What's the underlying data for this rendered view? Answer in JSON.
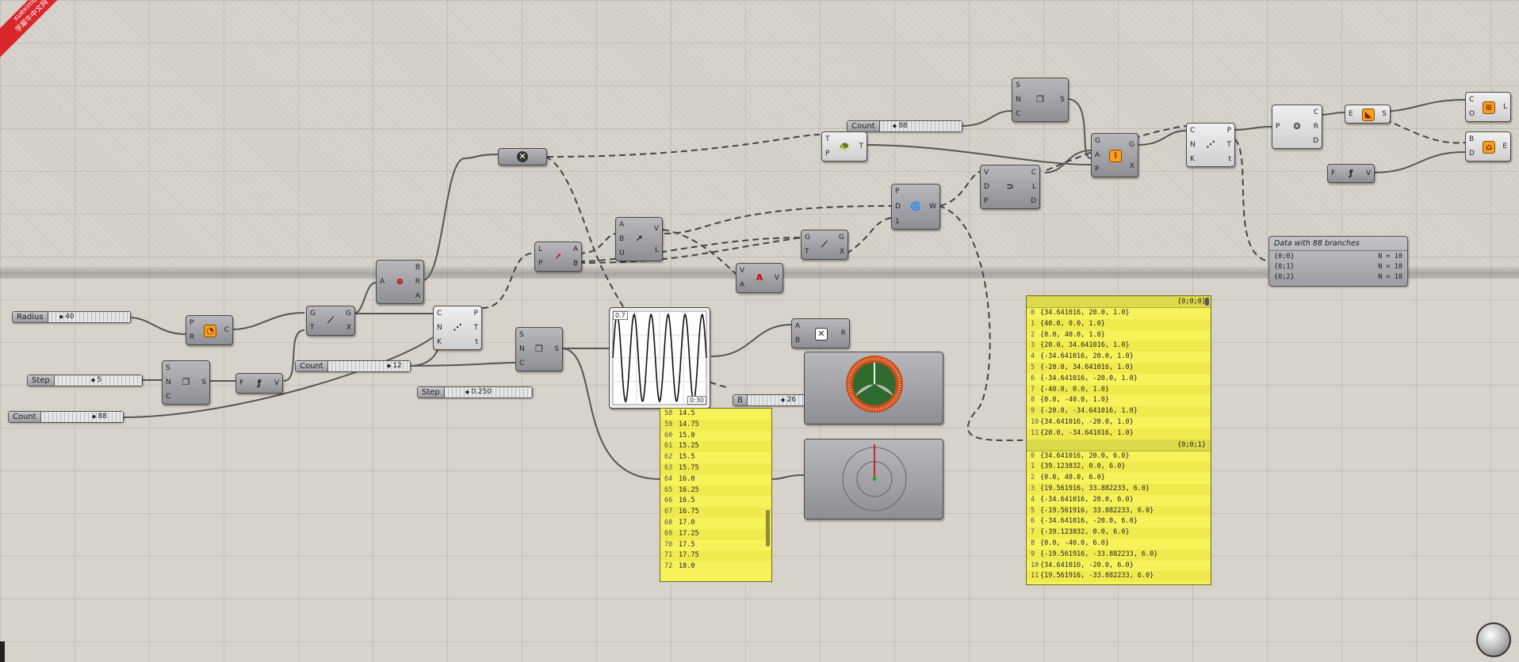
{
  "watermark": {
    "line1": "xuexiniu",
    "line2": "学犀牛中文网"
  },
  "sliders": {
    "radius": {
      "label": "Radius",
      "value": "40"
    },
    "step_left": {
      "label": "Step",
      "value": "5"
    },
    "count_left": {
      "label": "Count",
      "value": "88"
    },
    "count_mid": {
      "label": "Count",
      "value": "12"
    },
    "step_mid": {
      "label": "Step",
      "value": "0.250"
    },
    "count_top": {
      "label": "Count",
      "value": "88"
    },
    "b_slider": {
      "label": "B",
      "value": "26"
    }
  },
  "graph_widget": {
    "min_label": "0.7",
    "max_label": "0:30"
  },
  "number_panel": {
    "rows": [
      {
        "i": "58",
        "v": "14.5"
      },
      {
        "i": "59",
        "v": "14.75"
      },
      {
        "i": "60",
        "v": "15.0"
      },
      {
        "i": "61",
        "v": "15.25"
      },
      {
        "i": "62",
        "v": "15.5"
      },
      {
        "i": "63",
        "v": "15.75"
      },
      {
        "i": "64",
        "v": "16.0"
      },
      {
        "i": "65",
        "v": "16.25"
      },
      {
        "i": "66",
        "v": "16.5"
      },
      {
        "i": "67",
        "v": "16.75"
      },
      {
        "i": "68",
        "v": "17.0"
      },
      {
        "i": "69",
        "v": "17.25"
      },
      {
        "i": "70",
        "v": "17.5"
      },
      {
        "i": "71",
        "v": "17.75"
      },
      {
        "i": "72",
        "v": "18.0"
      }
    ]
  },
  "point_panel": {
    "branch1": {
      "header": "{0;0;0}",
      "rows": [
        "{34.641016, 20.0, 1.0}",
        "{40.0, 0.0, 1.0}",
        "{0.0, 40.0, 1.0}",
        "{20.0, 34.641016, 1.0}",
        "{-34.641016, 20.0, 1.0}",
        "{-20.0, 34.641016, 1.0}",
        "{-34.641016, -20.0, 1.0}",
        "{-40.0, 0.0, 1.0}",
        "{0.0, -40.0, 1.0}",
        "{-20.0, -34.641016, 1.0}",
        "{34.641016, -20.0, 1.0}",
        "{20.0, -34.641016, 1.0}"
      ]
    },
    "branch2": {
      "header": "{0;0;1}",
      "rows": [
        "{34.641016, 20.0, 6.0}",
        "{39.123832, 0.0, 6.0}",
        "{0.0, 40.0, 6.0}",
        "{19.561916, 33.882233, 6.0}",
        "{-34.641016, 20.0, 6.0}",
        "{-19.561916, 33.882233, 6.0}",
        "{-34.641016, -20.0, 6.0}",
        "{-39.123832, 0.0, 6.0}",
        "{0.0, -40.0, 6.0}",
        "{-19.561916, -33.882233, 6.0}",
        "{34.641016, -20.0, 6.0}",
        "{19.561916, -33.882233, 6.0}"
      ]
    }
  },
  "data_param": {
    "title": "Data with 88 branches",
    "rows": [
      {
        "path": "{0;0}",
        "n": "N = 10"
      },
      {
        "path": "{0;1}",
        "n": "N = 10"
      },
      {
        "path": "{0;2}",
        "n": "N = 10"
      }
    ]
  },
  "ports": {
    "pr_c": {
      "in": [
        "P",
        "R"
      ],
      "out": [
        "C"
      ]
    },
    "snc_s": {
      "in": [
        "S",
        "N",
        "C"
      ],
      "out": [
        "S"
      ]
    },
    "f_v": {
      "in": [
        "F"
      ],
      "out": [
        "V"
      ]
    },
    "gt_gx": {
      "in": [
        "G",
        "T"
      ],
      "out": [
        "G",
        "X"
      ]
    },
    "cnk_ptt": {
      "in": [
        "C",
        "N",
        "K"
      ],
      "out": [
        "P",
        "T",
        "t"
      ]
    },
    "a_bra": {
      "in": [
        "A"
      ],
      "out": [
        "B",
        "R",
        "A"
      ]
    },
    "snc_s2": {
      "in": [
        "S",
        "N",
        "C"
      ],
      "out": [
        "S"
      ]
    },
    "lp_ab": {
      "in": [
        "L",
        "P"
      ],
      "out": [
        "A",
        "B"
      ]
    },
    "abu_vl": {
      "in": [
        "A",
        "B",
        "U"
      ],
      "out": [
        "V",
        "L"
      ]
    },
    "va_v": {
      "in": [
        "V",
        "A"
      ],
      "out": [
        "V"
      ]
    },
    "gt_gx2": {
      "in": [
        "G",
        "T"
      ],
      "out": [
        "G",
        "X"
      ]
    },
    "pd1_w": {
      "in": [
        "P",
        "D",
        "1"
      ],
      "out": [
        "W"
      ]
    },
    "tp_t": {
      "in": [
        "T",
        "P"
      ],
      "out": [
        "T"
      ]
    },
    "snc_s3": {
      "in": [
        "S",
        "N",
        "C"
      ],
      "out": [
        "S"
      ]
    },
    "vdp_cld": {
      "in": [
        "V",
        "D",
        "P"
      ],
      "out": [
        "C",
        "L",
        "D"
      ]
    },
    "gap_gx": {
      "in": [
        "G",
        "A",
        "P"
      ],
      "out": [
        "G",
        "X"
      ]
    },
    "cnk_ptt2": {
      "in": [
        "C",
        "N",
        "K"
      ],
      "out": [
        "P",
        "T",
        "t"
      ]
    },
    "p_crd": {
      "in": [
        "P"
      ],
      "out": [
        "C",
        "R",
        "D"
      ]
    },
    "e_s": {
      "in": [
        "E"
      ],
      "out": [
        "S"
      ]
    },
    "co_l": {
      "in": [
        "C",
        "O"
      ],
      "out": [
        "L"
      ]
    },
    "bd_e": {
      "in": [
        "B",
        "D"
      ],
      "out": [
        "E"
      ]
    },
    "f_v2": {
      "in": [
        "F"
      ],
      "out": [
        "V"
      ]
    },
    "abr": {
      "in": [
        "A",
        "B"
      ],
      "out": [
        "R"
      ]
    }
  }
}
